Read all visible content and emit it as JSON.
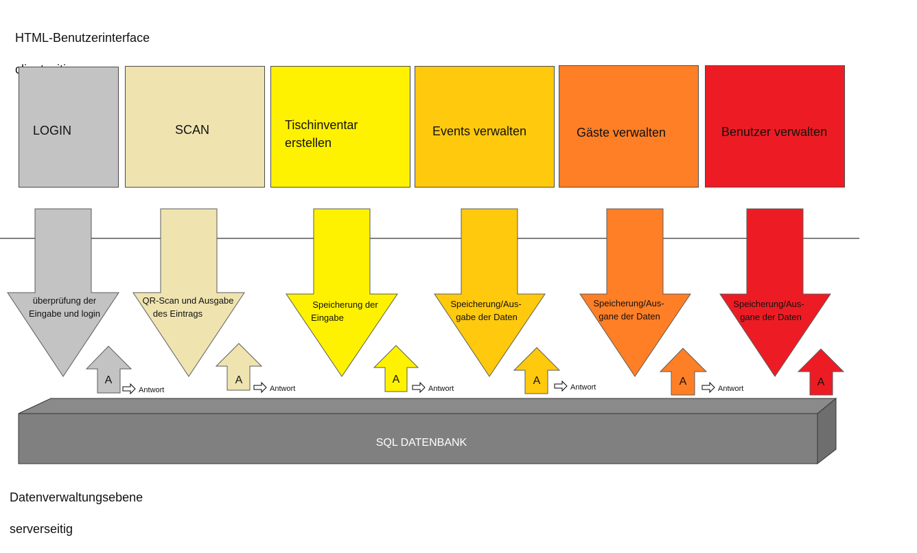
{
  "header": {
    "title_line1": "HTML-Benutzerinterface",
    "title_line2": "clientseitig"
  },
  "footer": {
    "label_line1": "Datenverwaltungsebene",
    "label_line2": "serverseitig"
  },
  "database": {
    "label": "SQL DATENBANK",
    "color": "#808080"
  },
  "colors": {
    "login": "#c3c3c3",
    "scan": "#efe4b0",
    "tisch": "#fff200",
    "events": "#ffc90e",
    "gaeste": "#ff7f27",
    "benutzer": "#ed1c24"
  },
  "modules": [
    {
      "id": "login",
      "box_label": "LOGIN",
      "color": "#c3c3c3",
      "arrow_lines": [
        "überprüfung der",
        "Eingabe und login"
      ],
      "answer_label": "A",
      "response_label": "Antwort"
    },
    {
      "id": "scan",
      "box_label": "SCAN",
      "color": "#efe4b0",
      "arrow_lines": [
        "QR-Scan und Ausgabe",
        "des Eintrags"
      ],
      "answer_label": "A",
      "response_label": "Antwort"
    },
    {
      "id": "tischinventar",
      "box_label": "Tischinventar\nerstellen",
      "color": "#fff200",
      "arrow_lines": [
        "Speicherung der",
        "Eingabe"
      ],
      "answer_label": "A",
      "response_label": "Antwort"
    },
    {
      "id": "events",
      "box_label": "Events verwalten",
      "color": "#ffc90e",
      "arrow_lines": [
        "Speicherung/Aus-",
        "gabe der Daten"
      ],
      "answer_label": "A",
      "response_label": "Antwort"
    },
    {
      "id": "gaeste",
      "box_label": "Gäste verwalten",
      "color": "#ff7f27",
      "arrow_lines": [
        "Speicherung/Aus-",
        "gane der Daten"
      ],
      "answer_label": "A",
      "response_label": "Antwort"
    },
    {
      "id": "benutzer",
      "box_label": "Benutzer verwalten",
      "color": "#ed1c24",
      "arrow_lines": [
        "Speicherung/Aus-",
        "gane der Daten"
      ],
      "answer_label": "A"
    }
  ]
}
